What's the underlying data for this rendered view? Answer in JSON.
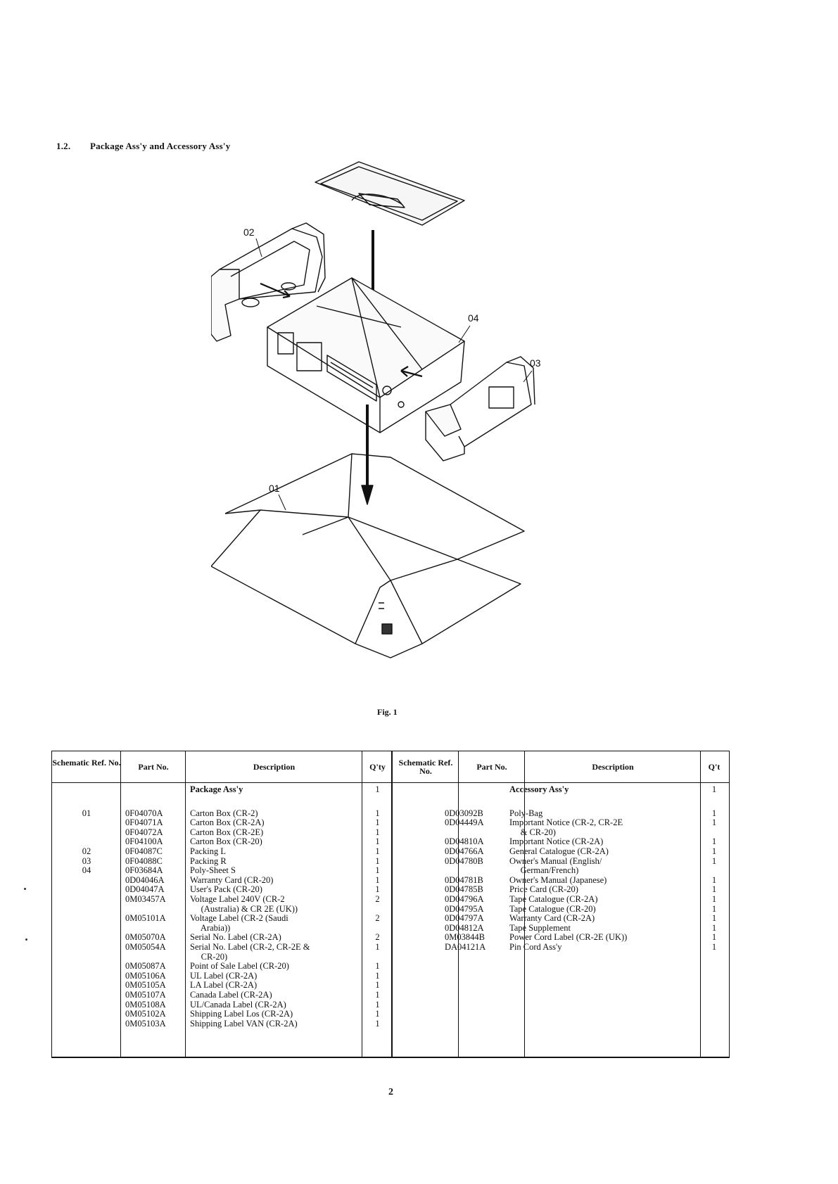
{
  "section": {
    "number": "1.2.",
    "title": "Package Ass'y and Accessory Ass'y"
  },
  "figure": {
    "callouts": [
      "02",
      "04",
      "03",
      "01"
    ],
    "caption": "Fig. 1"
  },
  "table": {
    "headers": [
      "Schematic Ref. No.",
      "Part No.",
      "Description",
      "Q'ty",
      "Schematic Ref. No.",
      "Part No.",
      "Description",
      "Q't"
    ],
    "left": [
      {
        "ref": "",
        "part": "",
        "desc": "Package Ass'y",
        "qty": "1",
        "bold": true
      },
      {
        "ref": "",
        "part": "",
        "desc": "",
        "qty": ""
      },
      {
        "ref": "01",
        "part": "0F04070A",
        "desc": "Carton Box (CR-2)",
        "qty": "1"
      },
      {
        "ref": "",
        "part": "0F04071A",
        "desc": "Carton Box (CR-2A)",
        "qty": "1"
      },
      {
        "ref": "",
        "part": "0F04072A",
        "desc": "Carton Box (CR-2E)",
        "qty": "1"
      },
      {
        "ref": "",
        "part": "0F04100A",
        "desc": "Carton Box (CR-20)",
        "qty": "1"
      },
      {
        "ref": "02",
        "part": "0F04087C",
        "desc": "Packing L",
        "qty": "1"
      },
      {
        "ref": "03",
        "part": "0F04088C",
        "desc": "Packing R",
        "qty": "1"
      },
      {
        "ref": "04",
        "part": "0F03684A",
        "desc": "Poly-Sheet S",
        "qty": "1"
      },
      {
        "ref": "",
        "part": "0D04046A",
        "desc": "Warranty Card (CR-20)",
        "qty": "1"
      },
      {
        "ref": "",
        "part": "0D04047A",
        "desc": "User's Pack (CR-20)",
        "qty": "1"
      },
      {
        "ref": "",
        "part": "0M03457A",
        "desc": "Voltage Label 240V (CR-2",
        "qty": "2"
      },
      {
        "ref": "",
        "part": "",
        "desc": "     (Australia) & CR 2E (UK))",
        "qty": ""
      },
      {
        "ref": "",
        "part": "0M05101A",
        "desc": "Voltage Label (CR-2 (Saudi",
        "qty": "2"
      },
      {
        "ref": "",
        "part": "",
        "desc": "     Arabia))",
        "qty": ""
      },
      {
        "ref": "",
        "part": "0M05070A",
        "desc": "Serial No. Label (CR-2A)",
        "qty": "2"
      },
      {
        "ref": "",
        "part": "0M05054A",
        "desc": "Serial No. Label (CR-2, CR-2E &",
        "qty": "1"
      },
      {
        "ref": "",
        "part": "",
        "desc": "     CR-20)",
        "qty": ""
      },
      {
        "ref": "",
        "part": "0M05087A",
        "desc": "Point of Sale Label (CR-20)",
        "qty": "1"
      },
      {
        "ref": "",
        "part": "0M05106A",
        "desc": "UL Label (CR-2A)",
        "qty": "1"
      },
      {
        "ref": "",
        "part": "0M05105A",
        "desc": "LA Label (CR-2A)",
        "qty": "1"
      },
      {
        "ref": "",
        "part": "0M05107A",
        "desc": "Canada Label (CR-2A)",
        "qty": "1"
      },
      {
        "ref": "",
        "part": "0M05108A",
        "desc": "UL/Canada Label (CR-2A)",
        "qty": "1"
      },
      {
        "ref": "",
        "part": "0M05102A",
        "desc": "Shipping Label Los (CR-2A)",
        "qty": "1"
      },
      {
        "ref": "",
        "part": "0M05103A",
        "desc": "Shipping Label VAN (CR-2A)",
        "qty": "1"
      }
    ],
    "right": [
      {
        "ref": "",
        "part": "",
        "desc": "Accessory Ass'y",
        "qty": "1",
        "bold": true
      },
      {
        "ref": "",
        "part": "",
        "desc": "",
        "qty": ""
      },
      {
        "ref": "",
        "part": "0D03092B",
        "desc": "Poly-Bag",
        "qty": "1"
      },
      {
        "ref": "",
        "part": "0D04449A",
        "desc": "Important Notice (CR-2, CR-2E",
        "qty": "1"
      },
      {
        "ref": "",
        "part": "",
        "desc": "     & CR-20)",
        "qty": ""
      },
      {
        "ref": "",
        "part": "0D04810A",
        "desc": "Important Notice (CR-2A)",
        "qty": "1"
      },
      {
        "ref": "",
        "part": "0D04766A",
        "desc": "General Catalogue (CR-2A)",
        "qty": "1"
      },
      {
        "ref": "",
        "part": "0D04780B",
        "desc": "Owner's Manual (English/",
        "qty": "1"
      },
      {
        "ref": "",
        "part": "",
        "desc": "     German/French)",
        "qty": ""
      },
      {
        "ref": "",
        "part": "0D04781B",
        "desc": "Owner's Manual (Japanese)",
        "qty": "1"
      },
      {
        "ref": "",
        "part": "0D04785B",
        "desc": "Price Card (CR-20)",
        "qty": "1"
      },
      {
        "ref": "",
        "part": "0D04796A",
        "desc": "Tape Catalogue (CR-2A)",
        "qty": "1"
      },
      {
        "ref": "",
        "part": "0D04795A",
        "desc": "Tape Catalogue (CR-20)",
        "qty": "1"
      },
      {
        "ref": "",
        "part": "0D04797A",
        "desc": "Warranty Card (CR-2A)",
        "qty": "1"
      },
      {
        "ref": "",
        "part": "0D04812A",
        "desc": "Tape Supplement",
        "qty": "1"
      },
      {
        "ref": "",
        "part": "0M03844B",
        "desc": "Power Cord Label (CR-2E (UK))",
        "qty": "1"
      },
      {
        "ref": "",
        "part": "DA04121A",
        "desc": "Pin Cord Ass'y",
        "qty": "1"
      }
    ]
  },
  "page_number": "2"
}
